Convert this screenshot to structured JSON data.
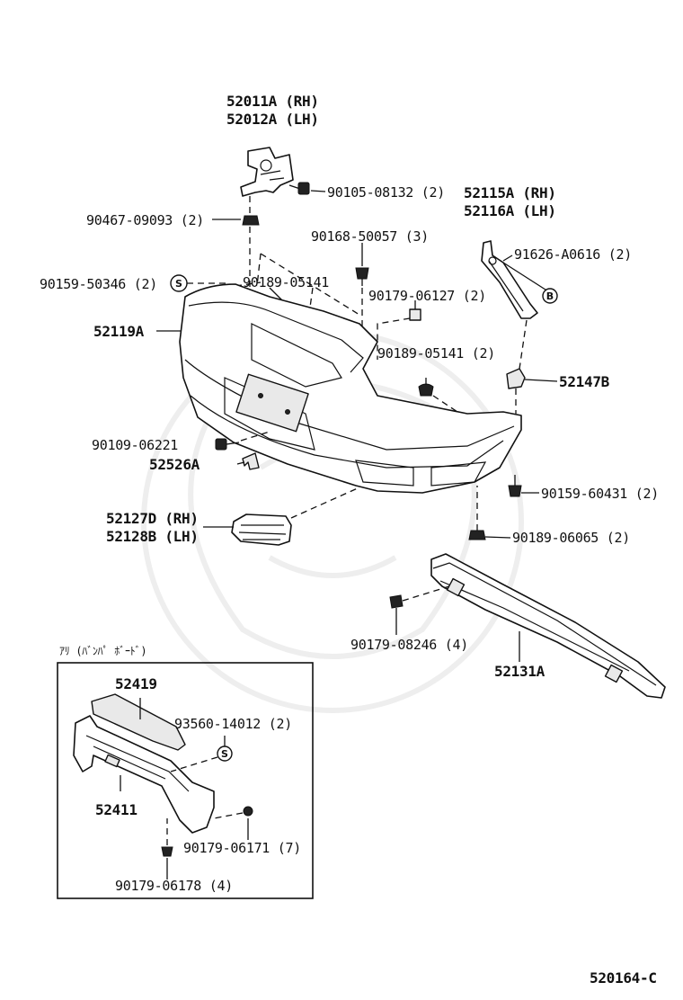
{
  "diagram_id": "520164-C",
  "inset_title": "ｱﾘ (ﾊﾞﾝﾊﾟ ﾎﾞｰﾄﾞ)",
  "labels": {
    "p52011A": "52011A (RH)",
    "p52012A": "52012A (LH)",
    "p90105": "90105-08132 (2)",
    "p90467": "90467-09093 (2)",
    "p52115A": "52115A (RH)",
    "p52116A": "52116A (LH)",
    "p90168": "90168-50057 (3)",
    "p91626": "91626-A0616 (2)",
    "p90159_50346": "90159-50346 (2)",
    "p90189_05141_a": "90189-05141",
    "p90179_06127": "90179-06127 (2)",
    "p52119A": "52119A",
    "p90189_05141_b": "90189-05141 (2)",
    "p52147B": "52147B",
    "p90109": "90109-06221",
    "p52526A": "52526A",
    "p90159_60431": "90159-60431 (2)",
    "p52127D": "52127D (RH)",
    "p52128B": "52128B (LH)",
    "p90189_06065": "90189-06065 (2)",
    "p90179_08246": "90179-08246 (4)",
    "p52131A": "52131A",
    "p52419": "52419",
    "p93560": "93560-14012 (2)",
    "p52411": "52411",
    "p90179_06171": "90179-06171 (7)",
    "p90179_06178": "90179-06178 (4)"
  },
  "symbols": {
    "s": "S",
    "b": "B"
  }
}
